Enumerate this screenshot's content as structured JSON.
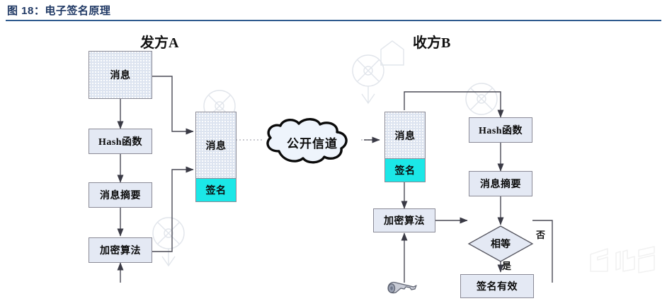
{
  "header": {
    "figure_title": "图 18：电子签名原理",
    "accent_color": "#1F3864",
    "rule_color": "#2E5A8E"
  },
  "diagram": {
    "columns": [
      {
        "id": "sender",
        "title": "发方A"
      },
      {
        "id": "receiver",
        "title": "收方B"
      }
    ],
    "channel": {
      "label": "公开信道"
    },
    "sender": {
      "message_box": "消息",
      "hash_box": "Hash函数",
      "digest_box": "消息摘要",
      "encrypt_box": "加密算法",
      "packet_message": "消息",
      "packet_signature": "签名"
    },
    "receiver": {
      "packet_message": "消息",
      "packet_signature": "签名",
      "hash_box": "Hash函数",
      "digest_box": "消息摘要",
      "decrypt_box": "加密算法",
      "decision": "相等",
      "decision_no": "否",
      "decision_yes": "是",
      "result_box": "签名有效"
    },
    "icons": {
      "key": "key-icon"
    },
    "colors": {
      "box_fill": "#E4E9F4",
      "box_border": "#8a8a96",
      "signature_fill": "#1BE7E7",
      "dotted_fill": "#DDE4F0",
      "connector": "#4a4a55"
    }
  }
}
